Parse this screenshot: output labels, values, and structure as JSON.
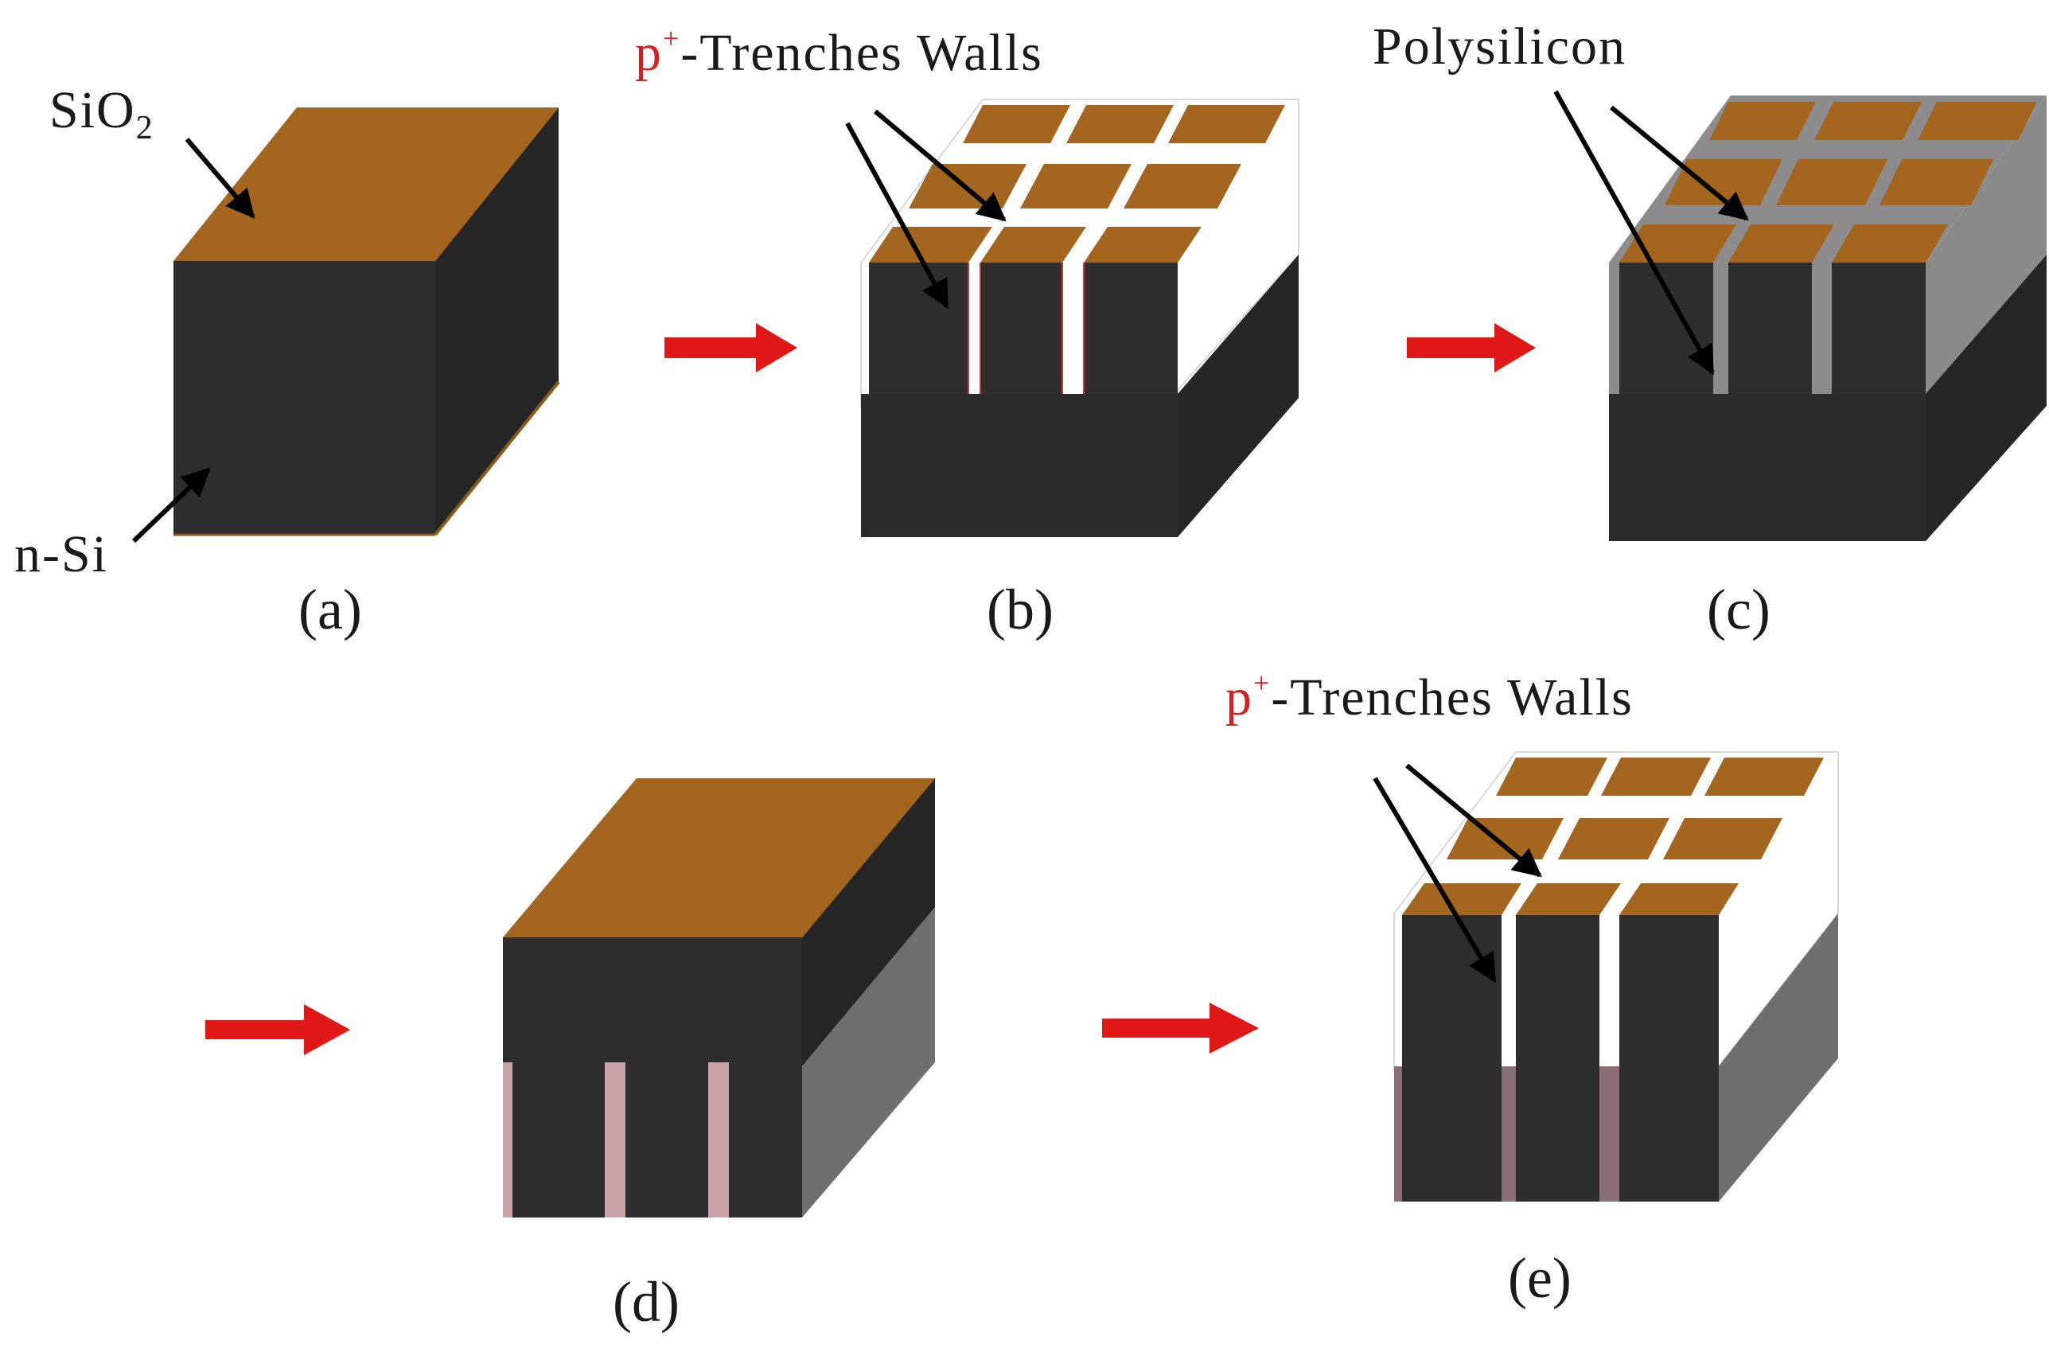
{
  "labels": {
    "sio2": "SiO",
    "sio2_sub": "2",
    "nsi": "n-Si",
    "p_plus": "p",
    "p_plus_sup": "+",
    "trench_walls": "-Trenches Walls",
    "polysilicon": "Polysilicon"
  },
  "captions": [
    "(a)",
    "(b)",
    "(c)",
    "(d)",
    "(e)"
  ],
  "colors": {
    "oxide": "#a4661f",
    "silicon": "#2b2b2b",
    "polysilicon": "#8c8c8c",
    "p_plus_text": "#d42020",
    "process_arrow": "#e01818",
    "trench_fill_d": "#c9a3a8"
  }
}
